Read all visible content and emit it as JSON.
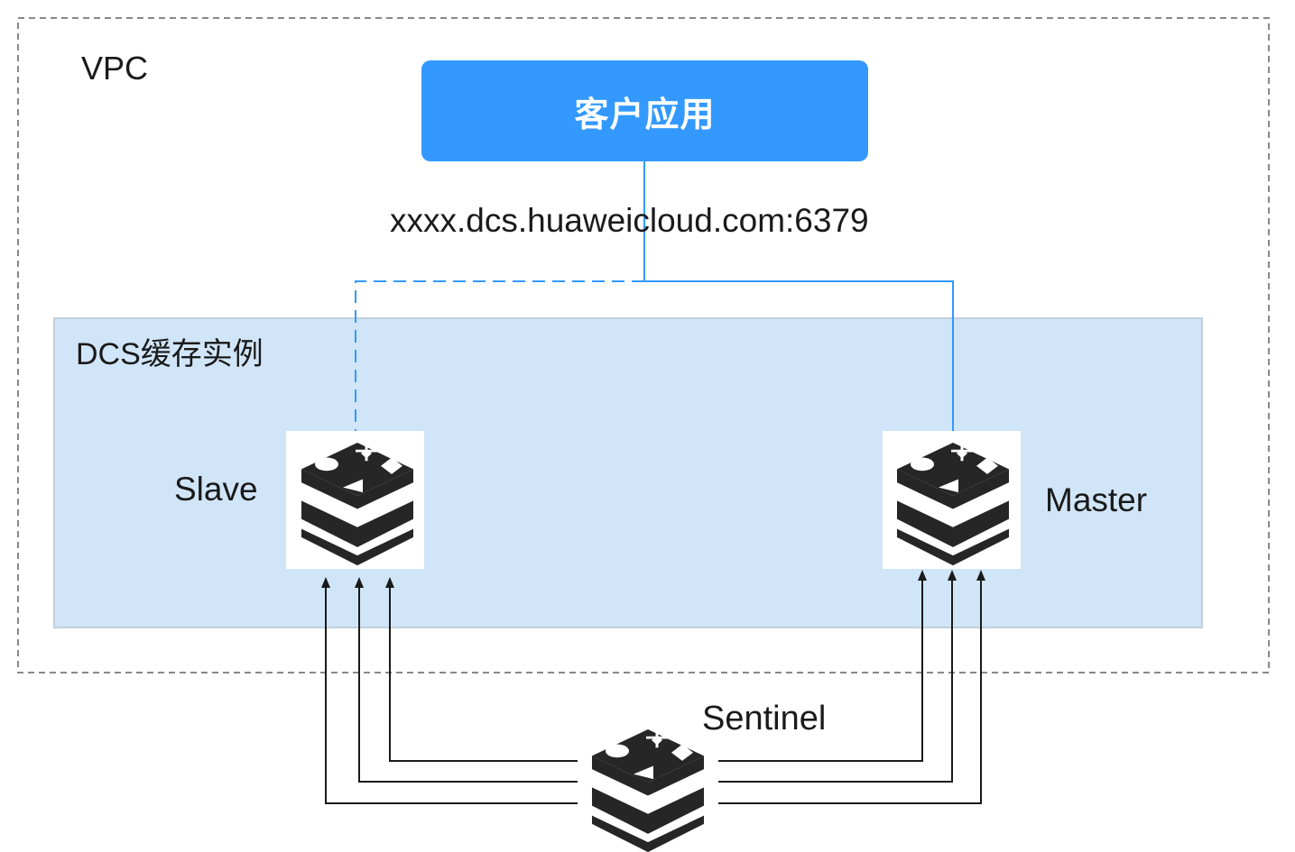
{
  "vpc": {
    "label": "VPC"
  },
  "client": {
    "label": "客户应用"
  },
  "endpoint": {
    "label": "xxxx.dcs.huaweicloud.com:6379"
  },
  "dcs_instance": {
    "label": "DCS缓存实例"
  },
  "nodes": {
    "slave": {
      "label": "Slave",
      "icon": "redis-icon"
    },
    "master": {
      "label": "Master",
      "icon": "redis-icon"
    },
    "sentinel": {
      "label": "Sentinel",
      "icon": "redis-icon"
    }
  },
  "colors": {
    "client_fill": "#3399ff",
    "instance_fill": "#d1e5f8",
    "instance_border": "#c2cfdc",
    "link_line": "#3399ff",
    "vpc_border": "#888888",
    "icon_dark": "#262626"
  }
}
